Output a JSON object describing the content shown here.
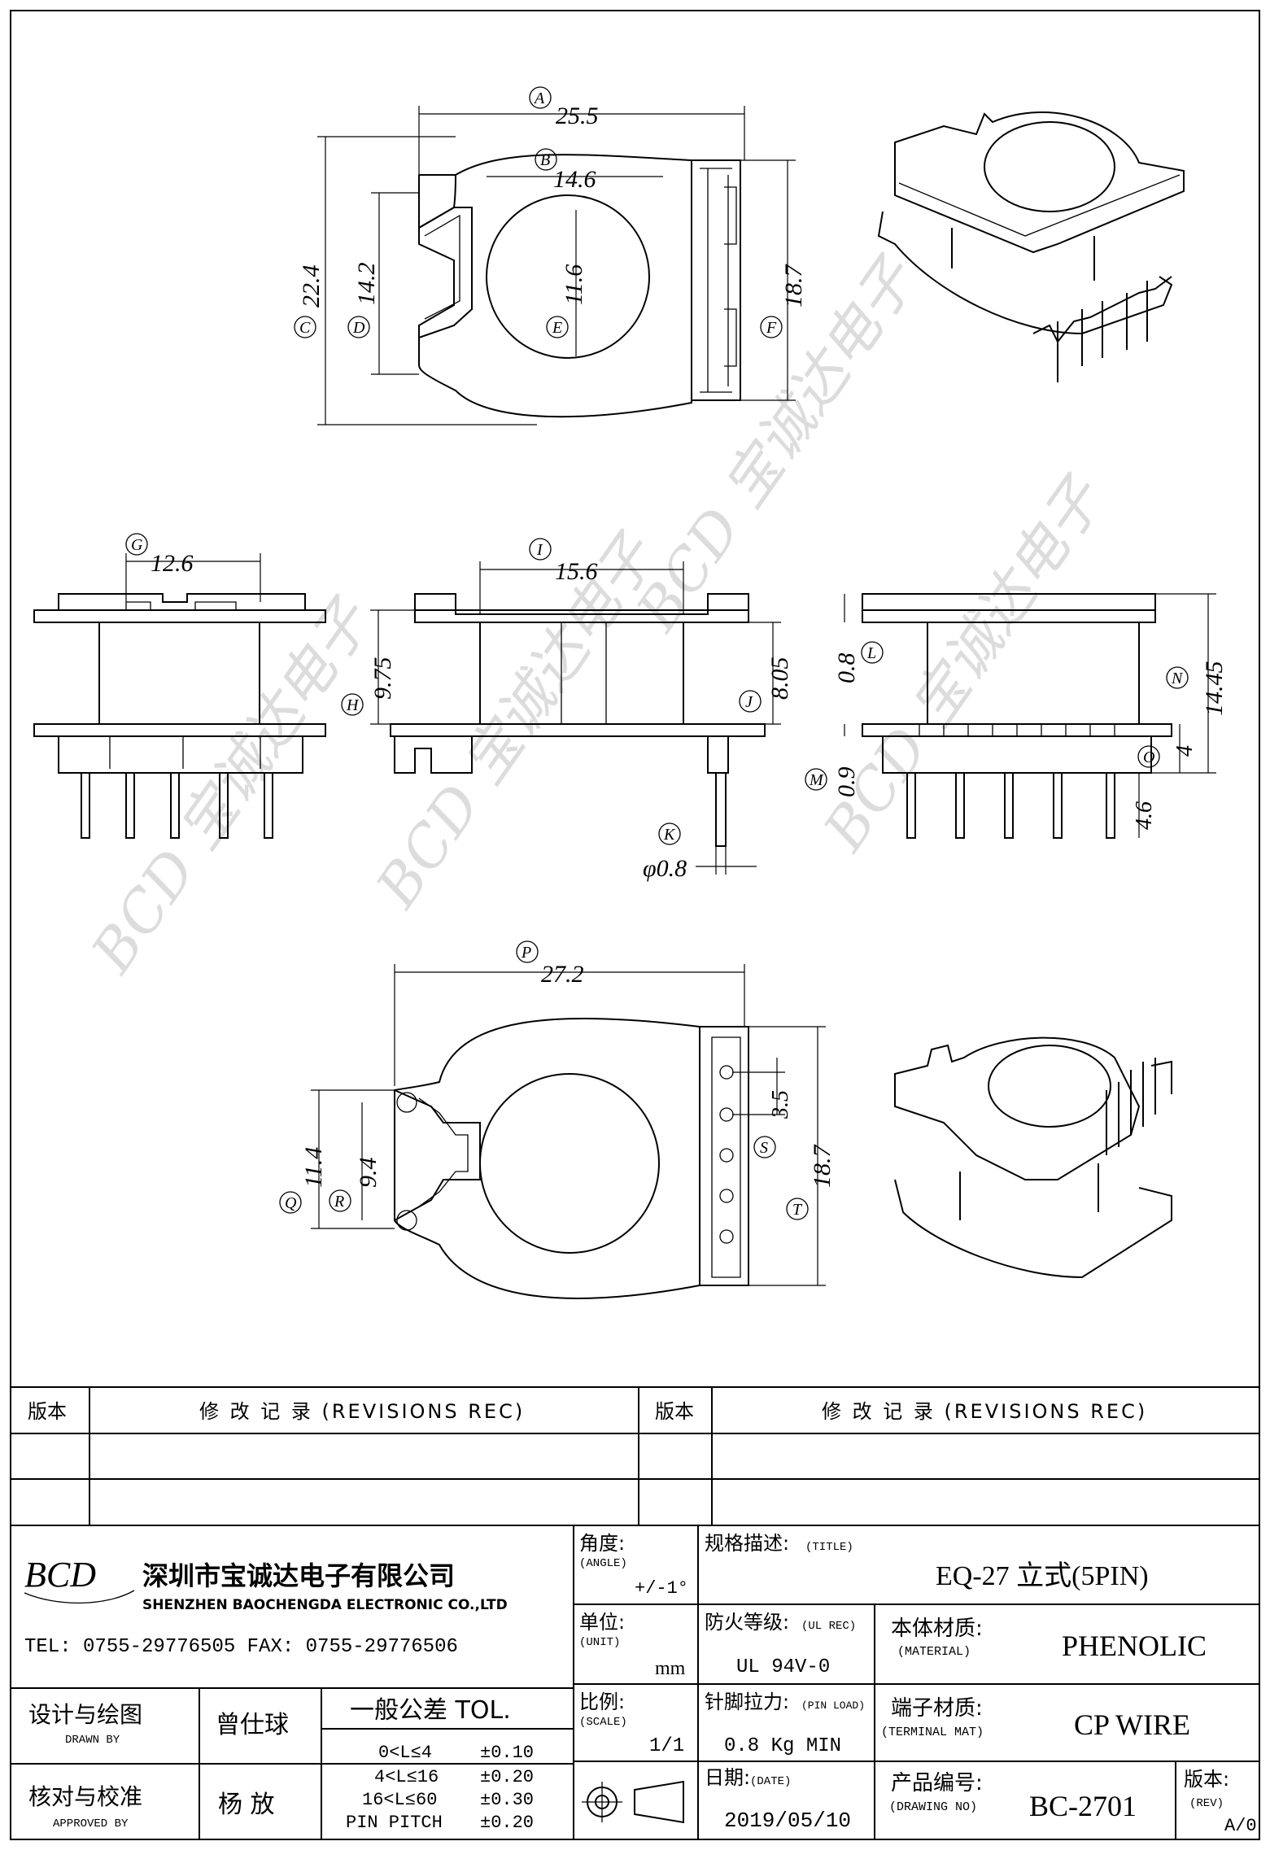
{
  "dimensions": {
    "A": "25.5",
    "B": "14.6",
    "C": "22.4",
    "D": "14.2",
    "E": "11.6",
    "F": "18.7",
    "G": "12.6",
    "H": "9.75",
    "I": "15.6",
    "J": "8.05",
    "K": "φ0.8",
    "L": "0.8",
    "M": "0.9",
    "N": "14.45",
    "O": "4",
    "O2": "4.6",
    "P": "27.2",
    "Q": "11.4",
    "R": "9.4",
    "S": "3.5",
    "T": "18.7"
  },
  "watermark": "BCD 宝诚达电子",
  "revisions": {
    "ver_label": "版本",
    "rec_label": "修 改 记 录 (REVISIONS REC)"
  },
  "company": {
    "logo": "BCD",
    "name_cn": "深圳市宝诚达电子有限公司",
    "name_en": "SHENZHEN BAOCHENGDA ELECTRONIC CO.,LTD",
    "contact": "TEL: 0755-29776505 FAX: 0755-29776506"
  },
  "title_block": {
    "angle_label": "角度:",
    "angle_en": "(ANGLE)",
    "angle_value": "+/-1°",
    "unit_label": "单位:",
    "unit_en": "(UNIT)",
    "unit_value": "mm",
    "scale_label": "比例:",
    "scale_en": "(SCALE)",
    "scale_value": "1/1",
    "title_label": "规格描述:",
    "title_en": "(TITLE)",
    "title_value": "EQ-27 立式(5PIN)",
    "flame_label": "防火等级:",
    "flame_en": "(UL REC)",
    "flame_value": "UL 94V-0",
    "material_label": "本体材质:",
    "material_en": "(MATERIAL)",
    "material_value": "PHENOLIC",
    "pinload_label": "针脚拉力:",
    "pinload_en": "(PIN LOAD)",
    "pinload_value": "0.8 Kg MIN",
    "terminal_label": "端子材质:",
    "terminal_en": "(TERMINAL MAT)",
    "terminal_value": "CP WIRE",
    "date_label": "日期:",
    "date_en": "(DATE)",
    "date_value": "2019/05/10",
    "drawing_label": "产品编号:",
    "drawing_en": "(DRAWING NO)",
    "drawing_value": "BC-2701",
    "rev_label": "版本:",
    "rev_en": "(REV)",
    "rev_value": "A/0",
    "drawn_label": "设计与绘图",
    "drawn_en": "DRAWN BY",
    "drawn_value": "曾仕球",
    "approved_label": "核对与校准",
    "approved_en": "APPROVED BY",
    "approved_value": "杨 放",
    "tol_title": "一般公差 TOL.",
    "tol_rows": [
      {
        "range": "0<L≤4",
        "value": "±0.10"
      },
      {
        "range": "4<L≤16",
        "value": "±0.20"
      },
      {
        "range": "16<L≤60",
        "value": "±0.30"
      },
      {
        "range": "PIN PITCH",
        "value": "±0.20"
      }
    ]
  }
}
